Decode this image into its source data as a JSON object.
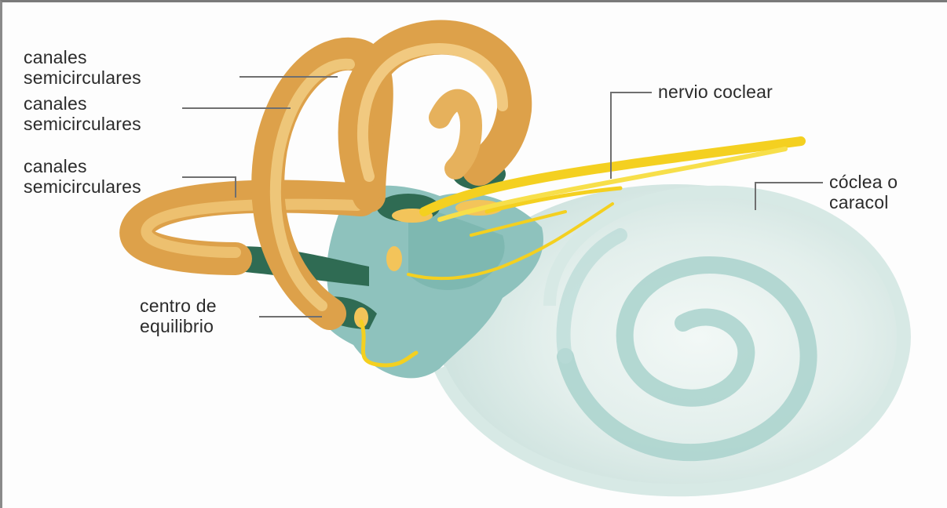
{
  "diagram": {
    "labels": {
      "canales_1": [
        "canales",
        "semicirculares"
      ],
      "canales_2": [
        "canales",
        "semicirculares"
      ],
      "canales_3": [
        "canales",
        "semicirculares"
      ],
      "centro": [
        "centro de",
        "equilibrio"
      ],
      "nervio": "nervio coclear",
      "coclea": [
        "cóclea o",
        "caracol"
      ]
    },
    "colors": {
      "canal": "#e9b65a",
      "canal_highlight": "#f6d58f",
      "vestibule": "#8fc3c0",
      "cochlea": "#e7f2ef",
      "cochlea_spiral": "#a8d1cb",
      "nerve": "#f4d020",
      "leader": "#6f6f6f"
    }
  }
}
